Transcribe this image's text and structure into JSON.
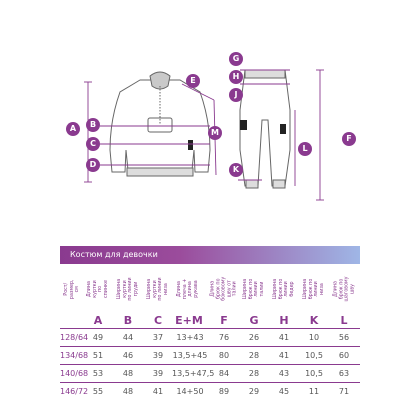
{
  "labels": [
    "A",
    "B",
    "C",
    "D",
    "E",
    "M",
    "G",
    "H",
    "J",
    "L",
    "F",
    "K"
  ],
  "banner": {
    "title": "Костюм для девочки"
  },
  "table": {
    "size_header": "Рост/ размер, см",
    "headers": [
      "Длина куртки по спинке",
      "Ширина куртки по линии груди",
      "Ширина куртки по линии низа",
      "Длина плеча + длина рукава",
      "Длина брюк по боковому шву от талии",
      "Ширина брюк по линии талии",
      "Ширина брюк по линии бедер",
      "Ширина брюк по линии низа",
      "Длина брюк по шаговому шву"
    ],
    "letters": [
      "A",
      "B",
      "C",
      "E+M",
      "F",
      "G",
      "H",
      "K",
      "L"
    ],
    "rows": [
      {
        "size": "128/64",
        "values": [
          "49",
          "44",
          "37",
          "13+43",
          "76",
          "26",
          "41",
          "10",
          "56"
        ]
      },
      {
        "size": "134/68",
        "values": [
          "51",
          "46",
          "39",
          "13,5+45",
          "80",
          "28",
          "41",
          "10,5",
          "60"
        ]
      },
      {
        "size": "140/68",
        "values": [
          "53",
          "48",
          "39",
          "13,5+47,5",
          "84",
          "28",
          "43",
          "10,5",
          "63"
        ]
      },
      {
        "size": "146/72",
        "values": [
          "55",
          "48",
          "41",
          "14+50",
          "89",
          "29",
          "45",
          "11",
          "71"
        ]
      }
    ]
  }
}
